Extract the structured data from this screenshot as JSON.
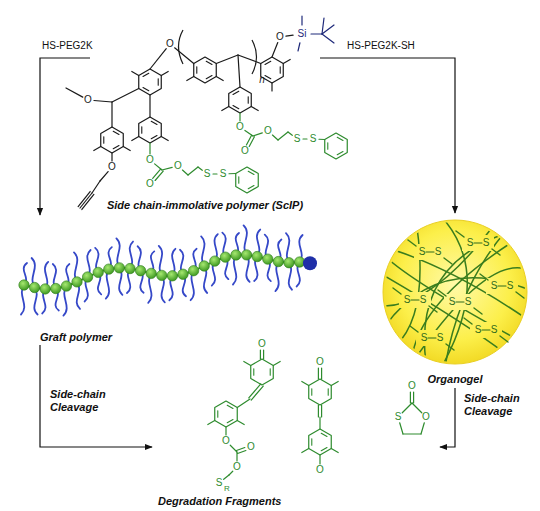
{
  "diagram": {
    "nodes": [
      {
        "text": [
          "Side chain-immolative polymer (ScIP)"
        ]
      },
      {
        "text": [
          "Graft polymer"
        ]
      },
      {
        "text": [
          "Organogel"
        ]
      },
      {
        "text": [
          "Degradation Fragments"
        ]
      }
    ],
    "edges": [
      {
        "from": 0,
        "to": 1,
        "arrow": "to",
        "label": "HS-PEG2K"
      },
      {
        "from": 0,
        "to": 2,
        "arrow": "to",
        "label": "HS-PEG2K-SH"
      },
      {
        "from": 1,
        "to": 3,
        "arrow": "to",
        "label": "Side-chain Cleavage"
      },
      {
        "from": 2,
        "to": 3,
        "arrow": "to",
        "label": "Side-chain Cleavage"
      }
    ],
    "labels": [
      "O",
      "O",
      "n",
      "O",
      "Si",
      "O",
      "O",
      "O",
      "O",
      "S",
      "S",
      "O",
      "O",
      "O",
      "S",
      "S",
      "S",
      "S",
      "S",
      "S",
      "S",
      "S",
      "S",
      "S",
      "S",
      "S",
      "S",
      "S",
      "S",
      "S",
      "O",
      "O",
      "O",
      "O",
      "S",
      "R",
      "O",
      "O",
      "S",
      "O",
      "O"
    ]
  }
}
